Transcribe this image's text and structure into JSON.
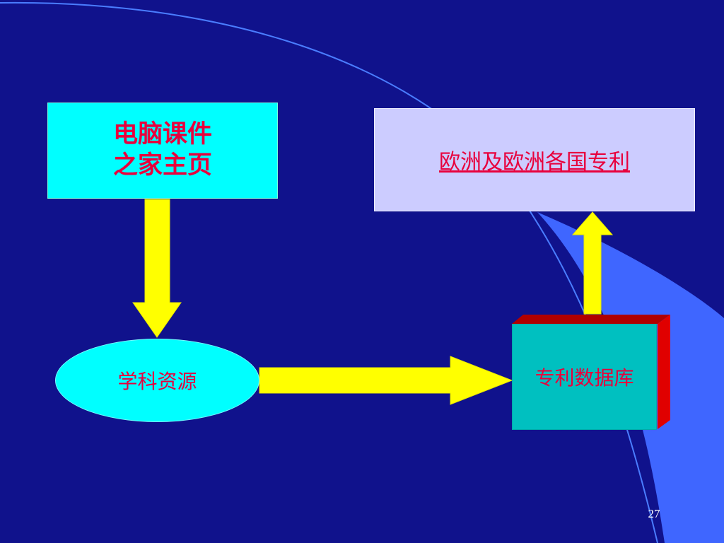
{
  "diagram": {
    "home_box": {
      "lines": [
        "电脑课件",
        "之家主页"
      ]
    },
    "patent_link": {
      "label": "欧洲及欧洲各国专利"
    },
    "resource_node": {
      "label": "学科资源"
    },
    "database_node": {
      "label": "专利数据库"
    }
  },
  "page_number": "27",
  "colors": {
    "background": "#10128C",
    "box_cyan": "#00FFFF",
    "box_lavender": "#CCCCFF",
    "text_red": "#E8003C",
    "arrow_yellow": "#FFFF00",
    "database_teal": "#00C0C0",
    "database_red_edge": "#CC0000"
  }
}
